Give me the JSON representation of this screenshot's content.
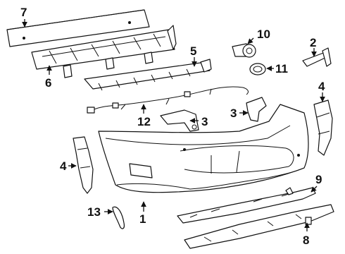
{
  "callouts": [
    {
      "id": "1",
      "text": "1"
    },
    {
      "id": "2",
      "text": "2"
    },
    {
      "id": "3a",
      "text": "3"
    },
    {
      "id": "3b",
      "text": "3"
    },
    {
      "id": "4a",
      "text": "4"
    },
    {
      "id": "4b",
      "text": "4"
    },
    {
      "id": "5",
      "text": "5"
    },
    {
      "id": "6",
      "text": "6"
    },
    {
      "id": "7",
      "text": "7"
    },
    {
      "id": "8",
      "text": "8"
    },
    {
      "id": "9",
      "text": "9"
    },
    {
      "id": "10",
      "text": "10"
    },
    {
      "id": "11",
      "text": "11"
    },
    {
      "id": "12",
      "text": "12"
    },
    {
      "id": "13",
      "text": "13"
    }
  ]
}
